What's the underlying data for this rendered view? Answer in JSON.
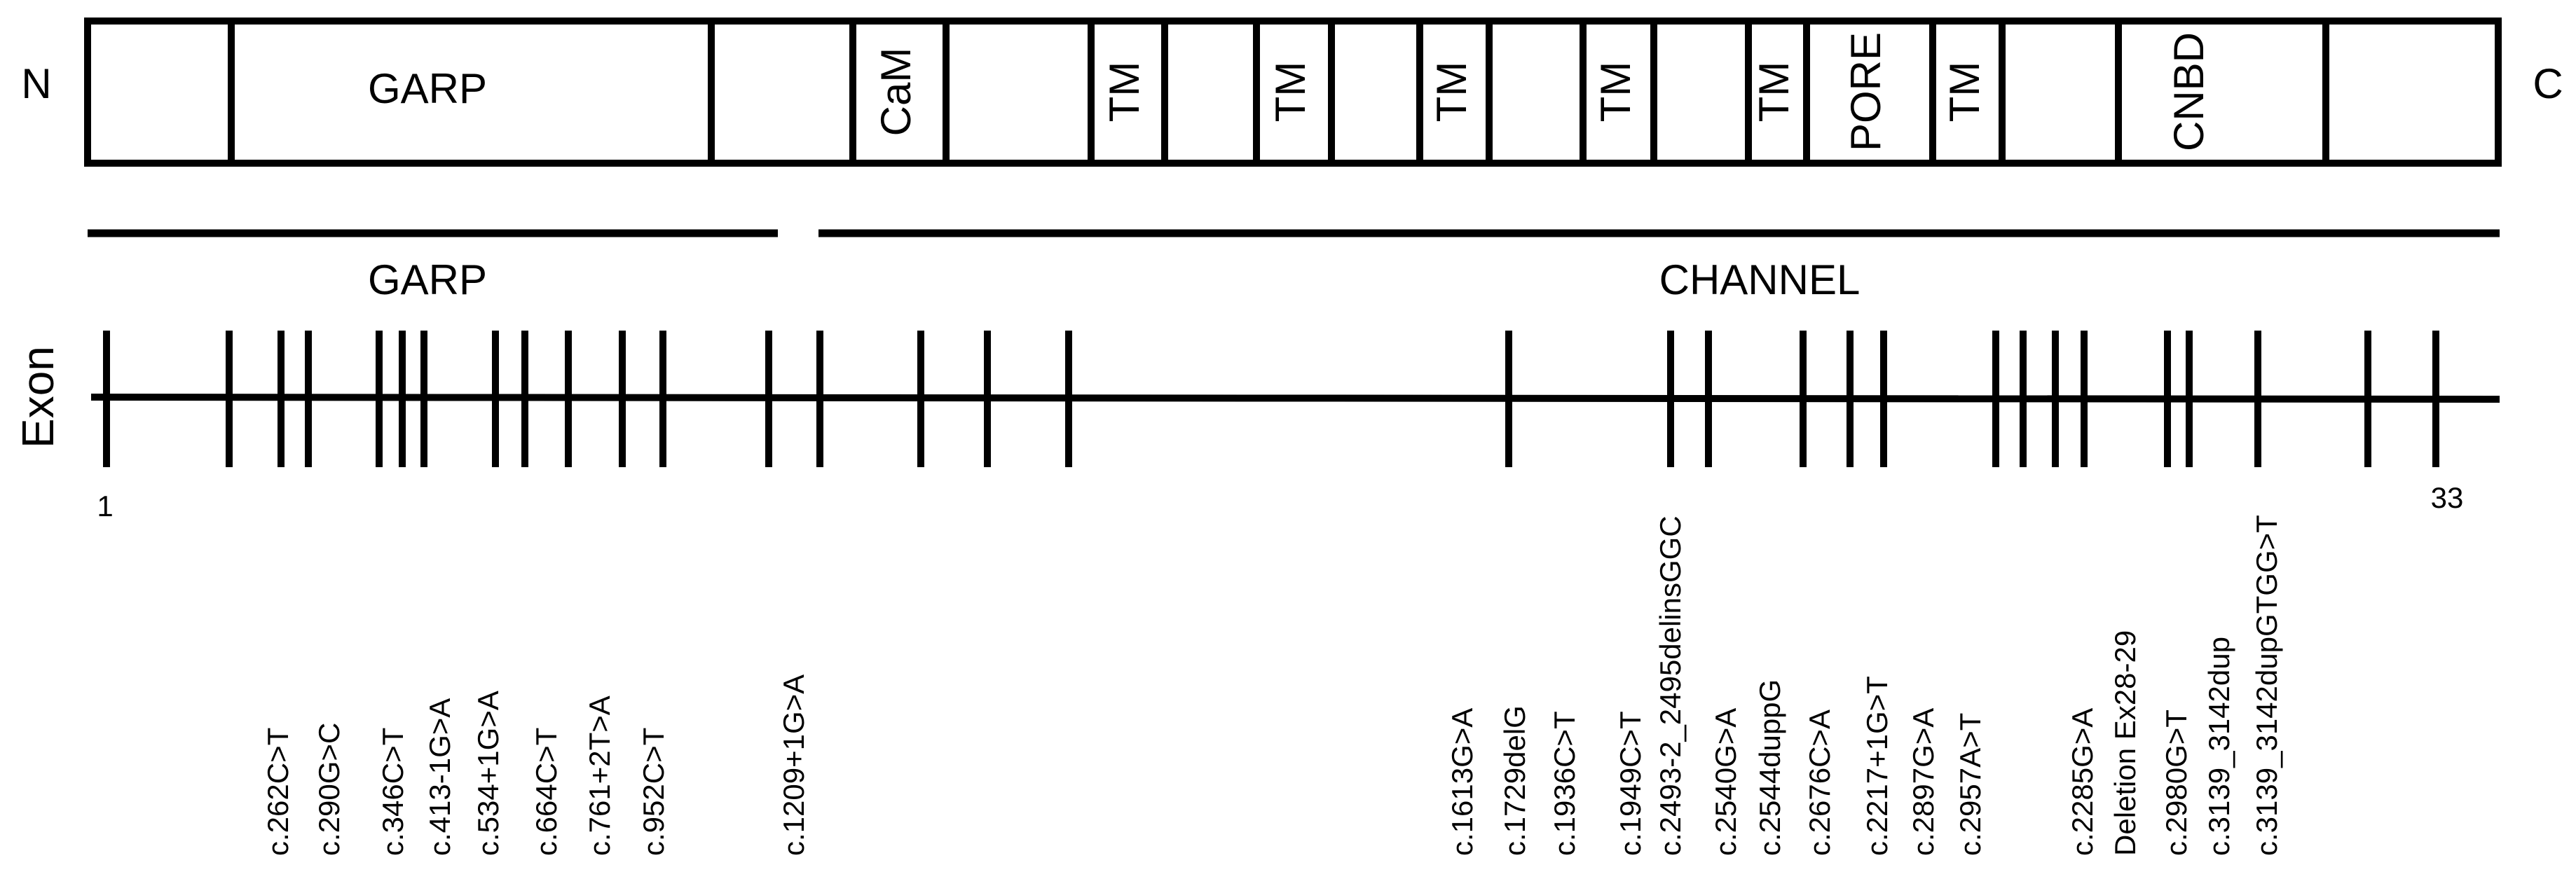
{
  "protein": {
    "n_terminus": "N",
    "c_terminus": "C",
    "domains": [
      {
        "id": "garp",
        "label": "GARP",
        "vertical": false
      },
      {
        "id": "cam",
        "label": "CaM",
        "vertical": true
      },
      {
        "id": "tm1",
        "label": "TM",
        "vertical": true
      },
      {
        "id": "tm2",
        "label": "TM",
        "vertical": true
      },
      {
        "id": "tm3",
        "label": "TM",
        "vertical": true
      },
      {
        "id": "tm4",
        "label": "TM",
        "vertical": true
      },
      {
        "id": "tm5",
        "label": "TM",
        "vertical": true
      },
      {
        "id": "pore",
        "label": "PORE",
        "vertical": true
      },
      {
        "id": "tm6",
        "label": "TM",
        "vertical": true
      },
      {
        "id": "cnbd",
        "label": "CNBD",
        "vertical": true
      }
    ]
  },
  "regions": {
    "garp": "GARP",
    "channel": "CHANNEL"
  },
  "exons": {
    "label": "Exon",
    "first": "1",
    "last": "33"
  },
  "mutations": [
    "c.262C>T",
    "c.290G>C",
    "c.346C>T",
    "c.413-1G>A",
    "c.534+1G>A",
    "c.664C>T",
    "c.761+2T>A",
    "c.952C>T",
    "c.1209+1G>A",
    "c.1613G>A",
    "c.1729delG",
    "c.1936C>T",
    "c.1949C>T",
    "c.2493-2_2495delinsGGC",
    "c.2540G>A",
    "c.2544duppG",
    "c.2676C>A",
    "c.2217+1G>T",
    "c.2897G>A",
    "c.2957A>T",
    "c.2285G>A",
    "Deletion Ex28-29",
    "c.2980G>T",
    "c.3139_3142dup",
    "c.3139_3142dupGTGG>T"
  ]
}
